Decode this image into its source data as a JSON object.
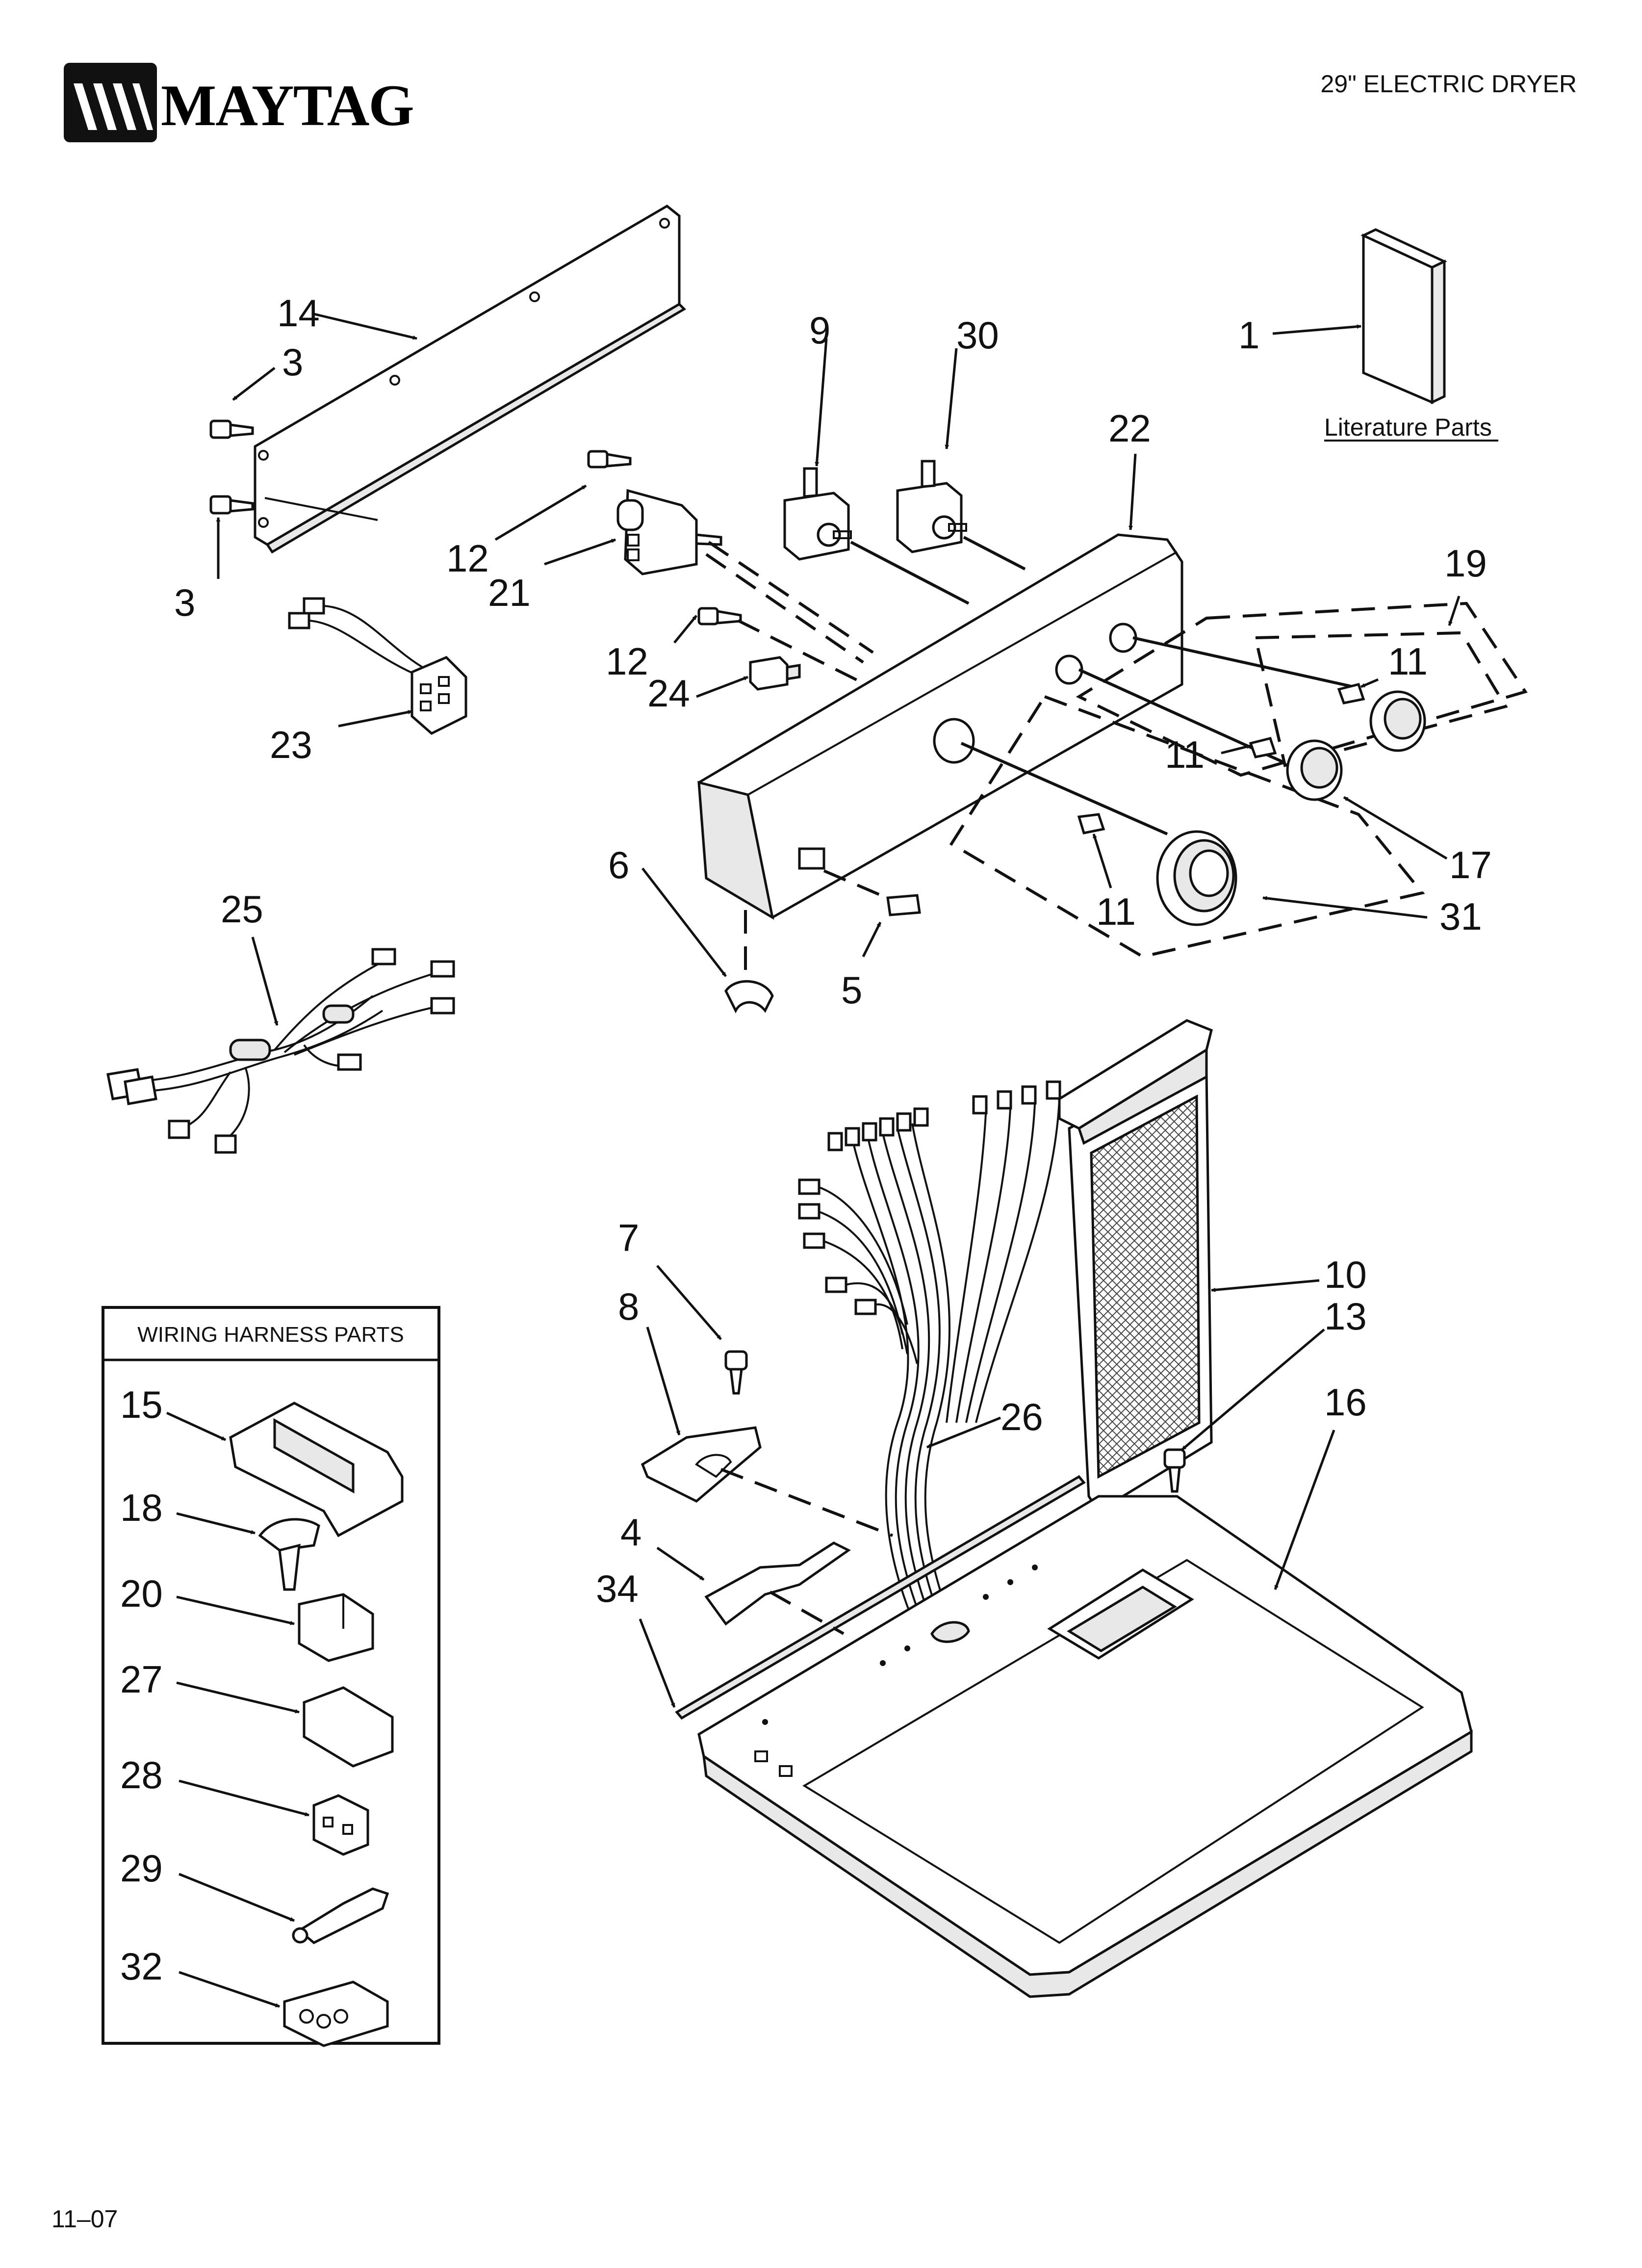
{
  "header": {
    "brand": "MAYTAG",
    "title": "29\" ELECTRIC DRYER"
  },
  "literature": {
    "label": "Literature Parts"
  },
  "wiring_box": {
    "title": "WIRING HARNESS PARTS"
  },
  "footer": {
    "revision": "11–07"
  },
  "callouts": {
    "c1": "1",
    "c3a": "3",
    "c3b": "3",
    "c4": "4",
    "c5": "5",
    "c6": "6",
    "c7": "7",
    "c8": "8",
    "c9": "9",
    "c10": "10",
    "c11a": "11",
    "c11b": "11",
    "c11c": "11",
    "c12a": "12",
    "c12b": "12",
    "c13": "13",
    "c14": "14",
    "c15": "15",
    "c16": "16",
    "c17": "17",
    "c18": "18",
    "c19": "19",
    "c20": "20",
    "c21": "21",
    "c22": "22",
    "c23": "23",
    "c24": "24",
    "c25": "25",
    "c26": "26",
    "c27": "27",
    "c28": "28",
    "c29": "29",
    "c30": "30",
    "c31": "31",
    "c32": "32",
    "c34": "34"
  }
}
